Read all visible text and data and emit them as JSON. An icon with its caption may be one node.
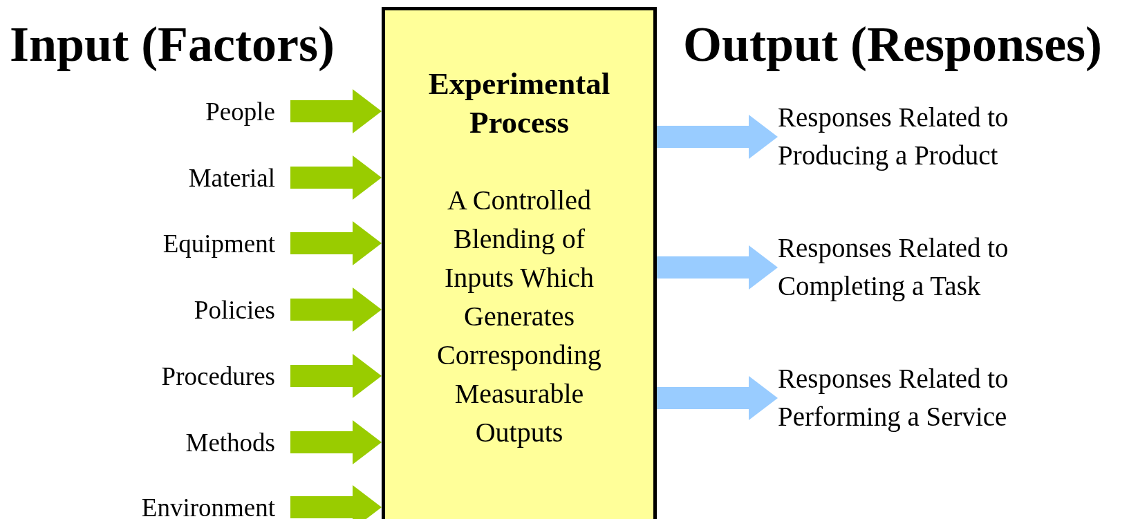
{
  "diagram": {
    "nodes": [
      {
        "text": [
          "Experimental Process",
          "A Controlled Blending of Inputs Which Generates Corresponding Measurable Outputs"
        ]
      },
      {
        "text": [
          "People"
        ]
      },
      {
        "text": [
          "Material"
        ]
      },
      {
        "text": [
          "Equipment"
        ]
      },
      {
        "text": [
          "Policies"
        ]
      },
      {
        "text": [
          "Procedures"
        ]
      },
      {
        "text": [
          "Methods"
        ]
      },
      {
        "text": [
          "Environment"
        ]
      },
      {
        "text": [
          "Responses Related to Producing a Product"
        ]
      },
      {
        "text": [
          "Responses Related to Completing a Task"
        ]
      },
      {
        "text": [
          "Responses Related to Performing a Service"
        ]
      }
    ],
    "edges": [
      {
        "from": 1,
        "to": 0,
        "arrow": "to"
      },
      {
        "from": 2,
        "to": 0,
        "arrow": "to"
      },
      {
        "from": 3,
        "to": 0,
        "arrow": "to"
      },
      {
        "from": 4,
        "to": 0,
        "arrow": "to"
      },
      {
        "from": 5,
        "to": 0,
        "arrow": "to"
      },
      {
        "from": 6,
        "to": 0,
        "arrow": "to"
      },
      {
        "from": 7,
        "to": 0,
        "arrow": "to"
      },
      {
        "from": 0,
        "to": 8,
        "arrow": "to",
        "color": "#99ccff"
      },
      {
        "from": 0,
        "to": 9,
        "arrow": "to",
        "color": "#99ccff"
      },
      {
        "from": 0,
        "to": 10,
        "arrow": "to",
        "color": "#99ccff"
      }
    ],
    "labels": [
      "Input (Factors)",
      "Output (Responses)"
    ]
  }
}
